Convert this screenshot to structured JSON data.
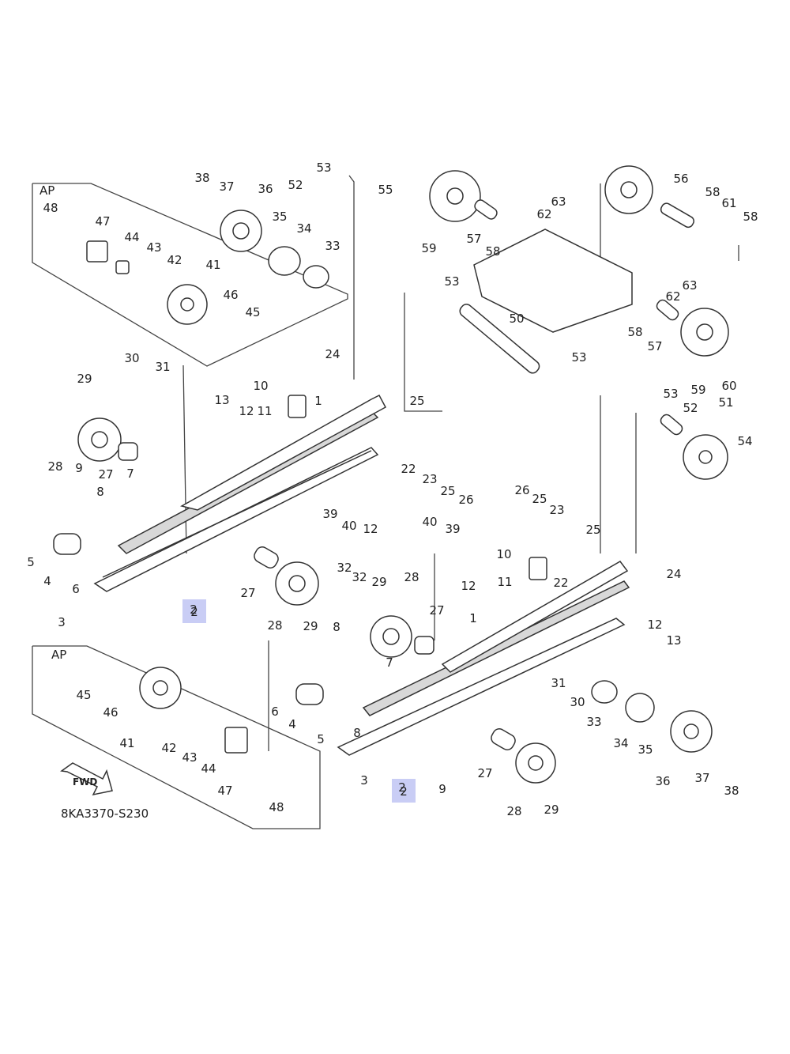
{
  "diagram": {
    "code": "8KA3370-S230",
    "ap_label": "AP",
    "fwd_label": "FWD",
    "highlight_color": "#c9cdf5",
    "highlighted_parts": [
      "2",
      "2"
    ],
    "part_labels": [
      "38",
      "37",
      "36",
      "52",
      "53",
      "55",
      "56",
      "58",
      "61",
      "58",
      "63",
      "62",
      "59",
      "57",
      "58",
      "AP",
      "48",
      "47",
      "44",
      "43",
      "42",
      "41",
      "35",
      "34",
      "33",
      "46",
      "45",
      "53",
      "50",
      "53",
      "63",
      "62",
      "58",
      "57",
      "59",
      "60",
      "30",
      "31",
      "29",
      "24",
      "10",
      "1",
      "13",
      "12",
      "11",
      "25",
      "28",
      "27",
      "9",
      "7",
      "8",
      "22",
      "23",
      "25",
      "26",
      "53",
      "52",
      "51",
      "54",
      "5",
      "4",
      "6",
      "3",
      "2",
      "39",
      "40",
      "12",
      "27",
      "28",
      "29",
      "32",
      "32",
      "29",
      "28",
      "26",
      "25",
      "23",
      "10",
      "22",
      "25",
      "40",
      "39",
      "11",
      "12",
      "24",
      "1",
      "27",
      "12",
      "13",
      "8",
      "7",
      "6",
      "4",
      "5",
      "8",
      "31",
      "30",
      "33",
      "34",
      "35",
      "36",
      "37",
      "38",
      "45",
      "46",
      "41",
      "42",
      "43",
      "44",
      "47",
      "48",
      "3",
      "2",
      "9",
      "27",
      "28",
      "29"
    ]
  }
}
